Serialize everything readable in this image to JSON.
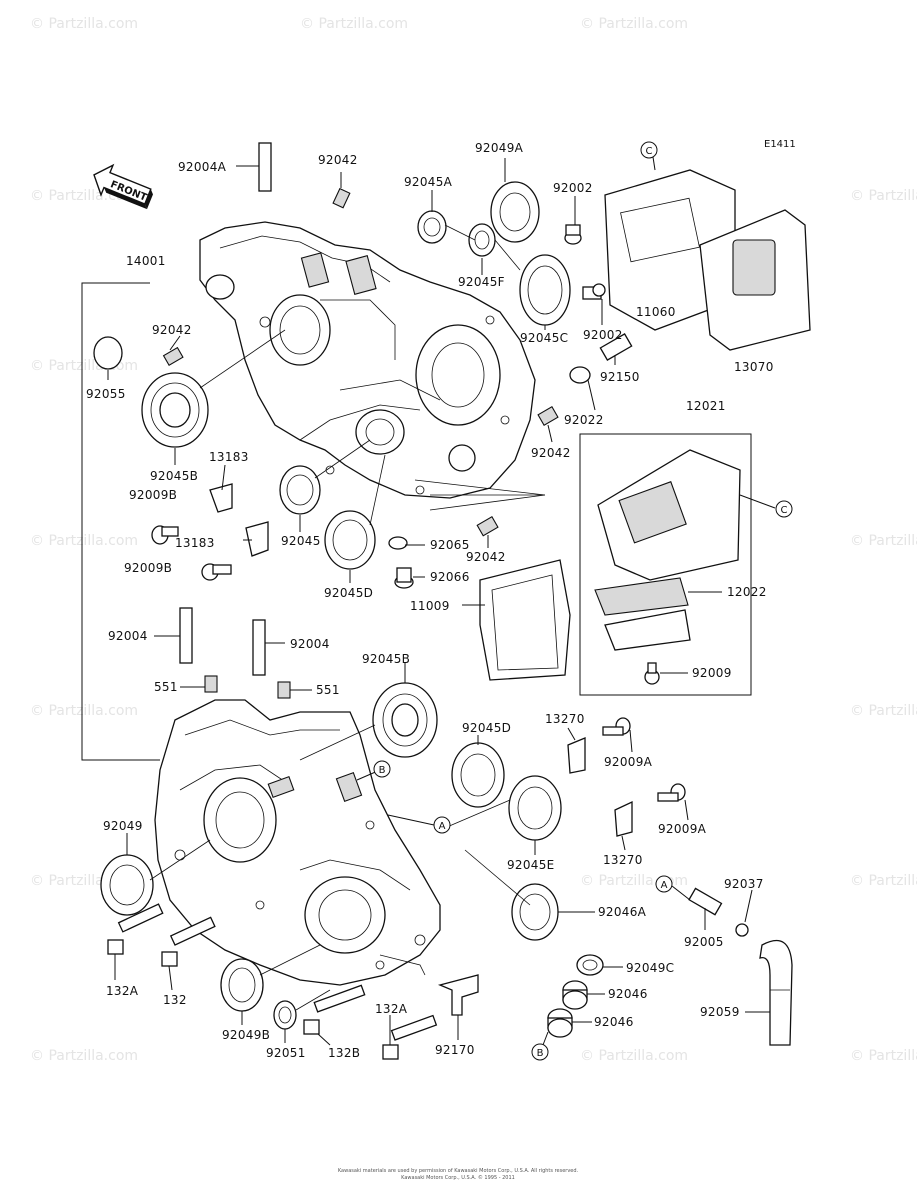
{
  "diagram_code": "E1411",
  "watermark_text": "© Partzilla.com",
  "front_label": "FRONT",
  "footer": {
    "line1": "Kawasaki materials are used by permission of Kawasaki Motors Corp., U.S.A. All rights reserved.",
    "line2": "Kawasaki Motors Corp., U.S.A. © 1995 - 2011"
  },
  "labels": [
    {
      "id": "l1",
      "text": "92004A"
    },
    {
      "id": "l2",
      "text": "92042"
    },
    {
      "id": "l3",
      "text": "92045A"
    },
    {
      "id": "l4",
      "text": "92049A"
    },
    {
      "id": "l5",
      "text": "92002"
    },
    {
      "id": "l6",
      "text": "E1411"
    },
    {
      "id": "l7",
      "text": "14001"
    },
    {
      "id": "l8",
      "text": "92045F"
    },
    {
      "id": "l9",
      "text": "11060"
    },
    {
      "id": "l10",
      "text": "92045C"
    },
    {
      "id": "l11",
      "text": "92002"
    },
    {
      "id": "l12",
      "text": "13070"
    },
    {
      "id": "l13",
      "text": "92042"
    },
    {
      "id": "l14",
      "text": "92055"
    },
    {
      "id": "l15",
      "text": "92150"
    },
    {
      "id": "l16",
      "text": "92022"
    },
    {
      "id": "l17",
      "text": "12021"
    },
    {
      "id": "l18",
      "text": "92042"
    },
    {
      "id": "l19",
      "text": "13183"
    },
    {
      "id": "l20",
      "text": "92045B"
    },
    {
      "id": "l21",
      "text": "92009B"
    },
    {
      "id": "l22",
      "text": "13183"
    },
    {
      "id": "l23",
      "text": "92045"
    },
    {
      "id": "l24",
      "text": "92065"
    },
    {
      "id": "l25",
      "text": "92042"
    },
    {
      "id": "l26",
      "text": "92009B"
    },
    {
      "id": "l27",
      "text": "92066"
    },
    {
      "id": "l28",
      "text": "92045D"
    },
    {
      "id": "l29",
      "text": "11009"
    },
    {
      "id": "l30",
      "text": "12022"
    },
    {
      "id": "l31",
      "text": "92004"
    },
    {
      "id": "l32",
      "text": "92004"
    },
    {
      "id": "l33",
      "text": "92045B"
    },
    {
      "id": "l34",
      "text": "92009"
    },
    {
      "id": "l35",
      "text": "551"
    },
    {
      "id": "l36",
      "text": "551"
    },
    {
      "id": "l37",
      "text": "13270"
    },
    {
      "id": "l38",
      "text": "92045D"
    },
    {
      "id": "l39",
      "text": "92009A"
    },
    {
      "id": "l40",
      "text": "92049"
    },
    {
      "id": "l41",
      "text": "92009A"
    },
    {
      "id": "l42",
      "text": "92045E"
    },
    {
      "id": "l43",
      "text": "13270"
    },
    {
      "id": "l44",
      "text": "92037"
    },
    {
      "id": "l45",
      "text": "92046A"
    },
    {
      "id": "l46",
      "text": "92005"
    },
    {
      "id": "l47",
      "text": "132A"
    },
    {
      "id": "l48",
      "text": "132"
    },
    {
      "id": "l49",
      "text": "92049C"
    },
    {
      "id": "l50",
      "text": "92046"
    },
    {
      "id": "l51",
      "text": "132A"
    },
    {
      "id": "l52",
      "text": "92046"
    },
    {
      "id": "l53",
      "text": "92059"
    },
    {
      "id": "l54",
      "text": "92049B"
    },
    {
      "id": "l55",
      "text": "92051"
    },
    {
      "id": "l56",
      "text": "132B"
    },
    {
      "id": "l57",
      "text": "92170"
    }
  ],
  "callouts": [
    {
      "id": "c1",
      "letter": "C"
    },
    {
      "id": "c2",
      "letter": "C"
    },
    {
      "id": "c3",
      "letter": "B"
    },
    {
      "id": "c4",
      "letter": "A"
    },
    {
      "id": "c5",
      "letter": "A"
    },
    {
      "id": "c6",
      "letter": "B"
    }
  ]
}
